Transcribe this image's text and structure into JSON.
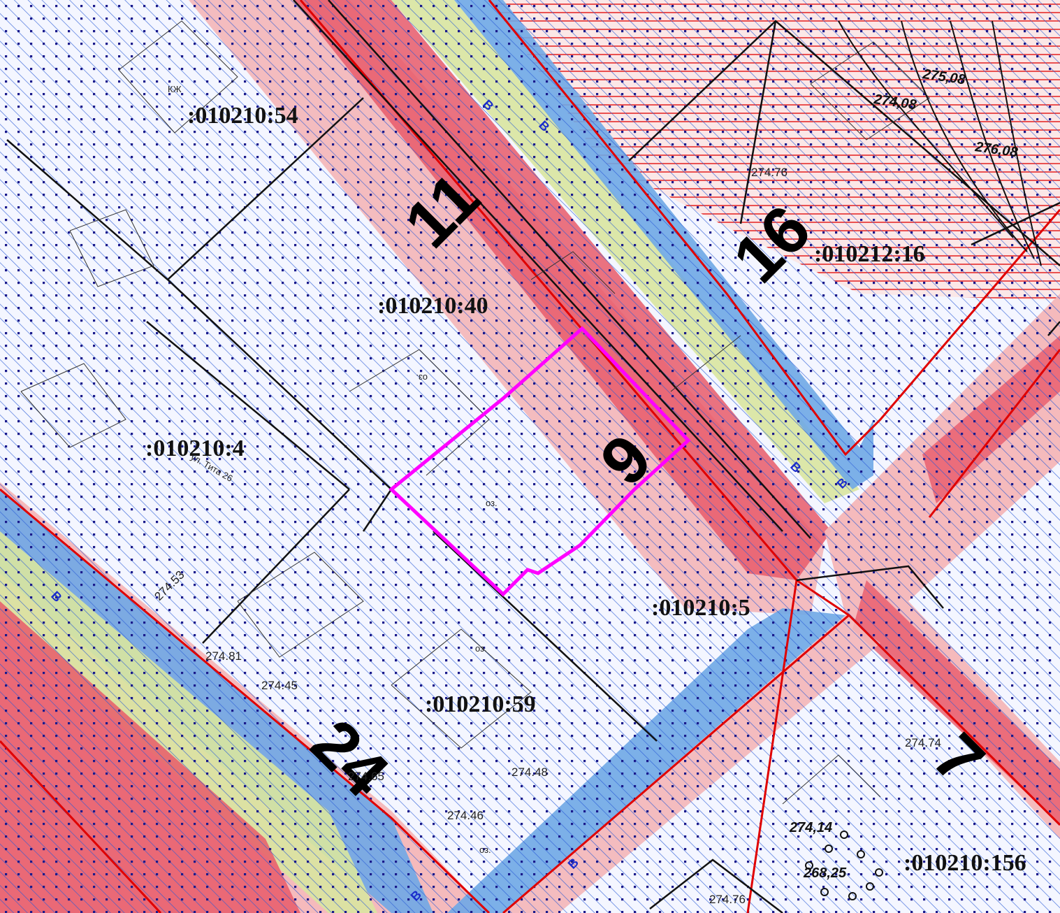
{
  "map": {
    "parcels": [
      {
        "id": "p54",
        "label": ":010210:54"
      },
      {
        "id": "p40",
        "label": ":010210:40"
      },
      {
        "id": "p4",
        "label": ":010210:4"
      },
      {
        "id": "p5",
        "label": ":010210:5"
      },
      {
        "id": "p59",
        "label": ":010210:59"
      },
      {
        "id": "p16",
        "label": ":010212:16"
      },
      {
        "id": "p156",
        "label": ":010210:156"
      }
    ],
    "street_numbers": [
      "11",
      "16",
      "9",
      "24",
      "7"
    ],
    "elevations": [
      "275,08",
      "274,08",
      "276,08",
      "274.76",
      "274.81",
      "274.45",
      "274.65",
      "274.48",
      "274.46",
      "274.74",
      "274.76",
      "274.53",
      "274,14",
      "268,25"
    ],
    "utility_label": "В",
    "small_labels": [
      "ул. Тита 26",
      "оз.",
      "оз.",
      "оз.",
      "оз.",
      "КЖ"
    ],
    "colors": {
      "road_red": "#e85a6a",
      "road_pink": "#f4b6b8",
      "water_blue": "#6fa8e6",
      "green_strip": "#d9e6a0",
      "highlight_magenta": "#ff00ff",
      "boundary_red": "#e00000",
      "hatch_blue": "#2a5bd7",
      "dot_navy": "#1a1a8c"
    }
  }
}
